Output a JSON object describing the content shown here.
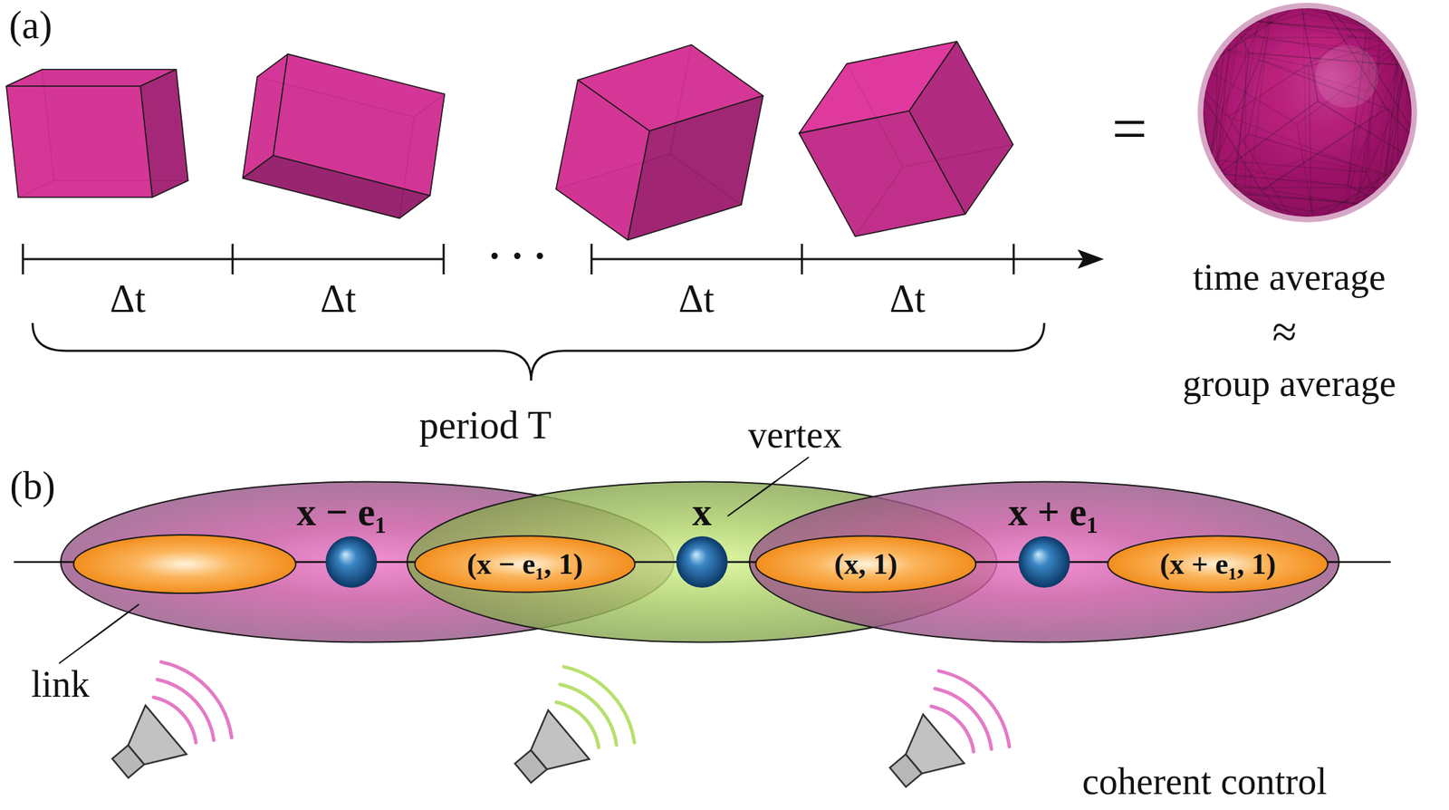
{
  "diagram": {
    "nodes": [
      {
        "text": [
          "x − e₁"
        ]
      },
      {
        "text": [
          "x"
        ]
      },
      {
        "text": [
          "x + e₁"
        ]
      },
      {
        "text": [
          "(x − e₁, 1)"
        ]
      },
      {
        "text": [
          "(x, 1)"
        ]
      },
      {
        "text": [
          "(x + e₁, 1)"
        ]
      }
    ],
    "labels": [
      "(a)",
      "Δt",
      "Δt",
      "· · ·",
      "Δt",
      "Δt",
      "=",
      "time average",
      "≈",
      "group average",
      "period T",
      "(b)",
      "vertex",
      "link",
      "coherent control"
    ]
  }
}
